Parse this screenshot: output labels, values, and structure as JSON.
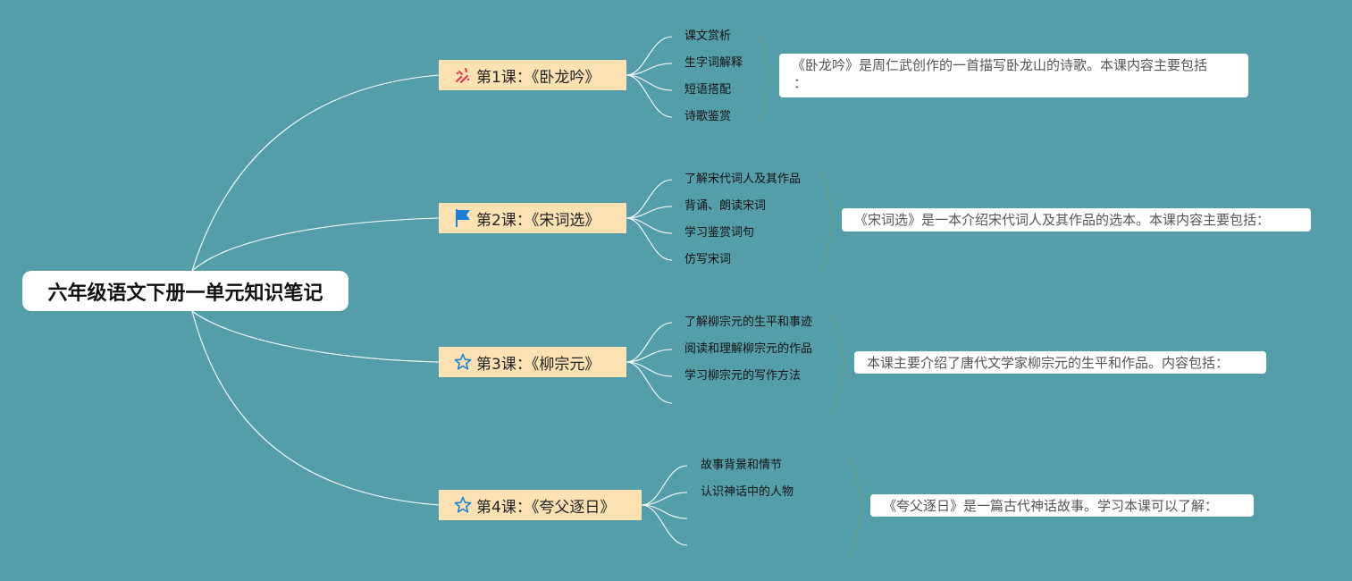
{
  "root": {
    "title": "六年级语文下册一单元知识笔记"
  },
  "lessons": [
    {
      "icon": "confetti-icon",
      "title": "第1课：《卧龙吟》",
      "items": [
        "课文赏析",
        "生字词解释",
        "短语搭配",
        "诗歌鉴赏"
      ],
      "description": "《卧龙吟》是周仁武创作的一首描写卧龙山的诗歌。本课内容主要包括：",
      "description_line1": "《卧龙吟》是周仁武创作的一首描写卧龙山的诗歌。本课内容主要包括",
      "description_line2": "："
    },
    {
      "icon": "flag-icon",
      "title": "第2课：《宋词选》",
      "items": [
        "了解宋代词人及其作品",
        "背诵、朗读宋词",
        "学习鉴赏词句",
        "仿写宋词"
      ],
      "description": "《宋词选》是一本介绍宋代词人及其作品的选本。本课内容主要包括："
    },
    {
      "icon": "star-icon",
      "title": "第3课：《柳宗元》",
      "items": [
        "了解柳宗元的生平和事迹",
        "阅读和理解柳宗元的作品",
        "学习柳宗元的写作方法",
        ""
      ],
      "description": "本课主要介绍了唐代文学家柳宗元的生平和作品。内容包括："
    },
    {
      "icon": "star-icon",
      "title": "第4课：《夸父逐日》",
      "items": [
        "故事背景和情节",
        "认识神话中的人物",
        "",
        ""
      ],
      "description": "《夸父逐日》是一篇古代神话故事。学习本课可以了解："
    }
  ],
  "colors": {
    "background": "#539ea8",
    "root_box": "#ffffff",
    "lesson_box": "#fce1b3",
    "connector": "#ffffff",
    "bracket": "#6d9a78",
    "confetti": "#e8334a",
    "flag": "#1e7fd6",
    "star": "#1e7fd6"
  }
}
